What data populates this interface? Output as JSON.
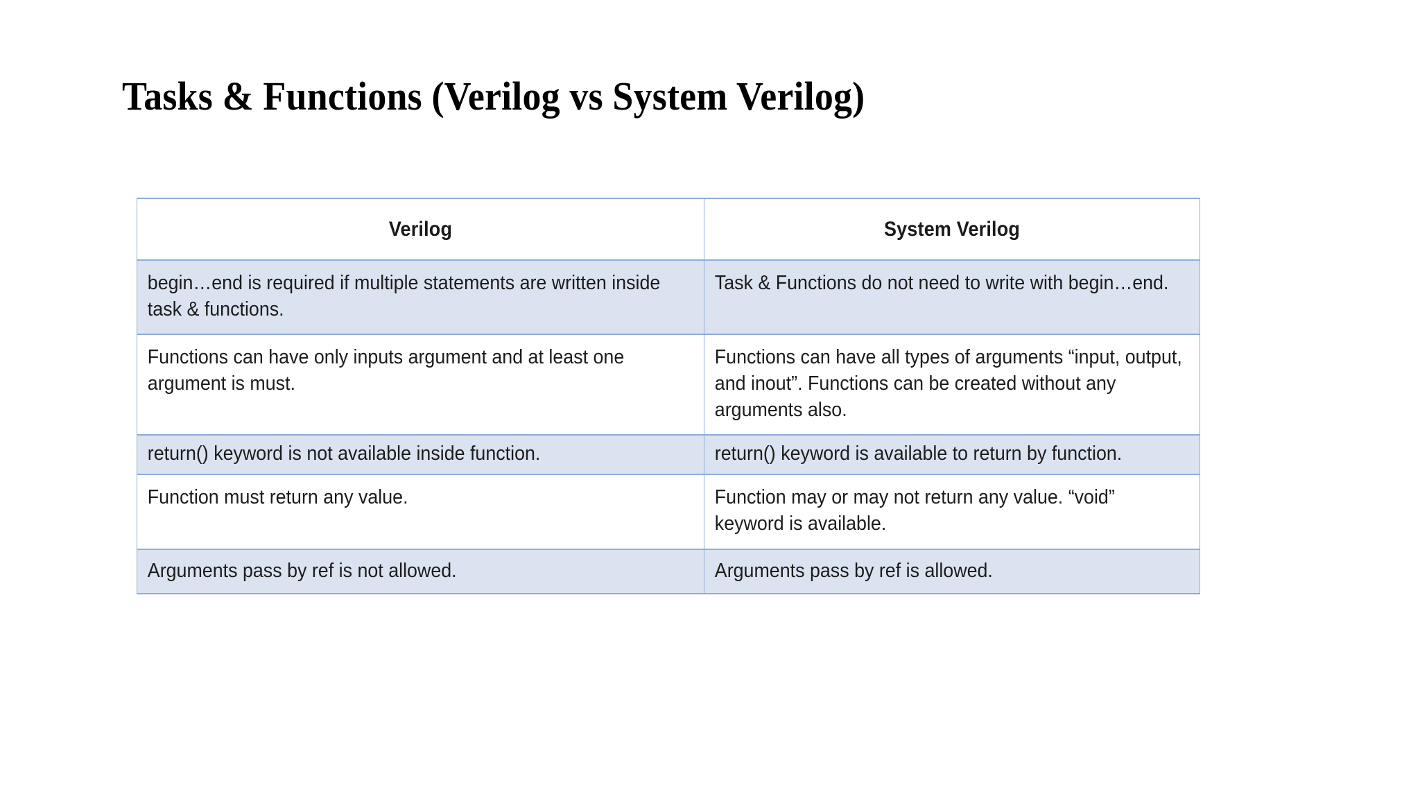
{
  "slide": {
    "title": "Tasks & Functions (Verilog vs System Verilog)",
    "background_color": "#ffffff"
  },
  "theme": {
    "border_color": "#8facd8",
    "shaded_row_color": "#dce3f0",
    "plain_row_color": "#ffffff",
    "text_color": "#1c1c1c",
    "title_color": "#000000"
  },
  "table": {
    "columns": [
      {
        "header": "Verilog"
      },
      {
        "header": "System Verilog"
      }
    ],
    "rows": [
      {
        "shaded": true,
        "verilog": "begin…end is required if multiple statements are written inside task & functions.",
        "system_verilog": "Task & Functions do not need to write with begin…end."
      },
      {
        "shaded": false,
        "verilog": "Functions can have only inputs argument and at least one argument is must.",
        "system_verilog": "Functions can have all types of arguments “input, output, and inout”. Functions can be created without any arguments also."
      },
      {
        "shaded": true,
        "verilog": "return() keyword is not available inside function.",
        "system_verilog": "return() keyword is available to return by function."
      },
      {
        "shaded": false,
        "verilog": "Function must return any value.",
        "system_verilog": "Function may or may not return any value. “void” keyword is available."
      },
      {
        "shaded": true,
        "verilog": "Arguments pass by ref is not allowed.",
        "system_verilog": "Arguments pass by ref is allowed."
      }
    ]
  }
}
